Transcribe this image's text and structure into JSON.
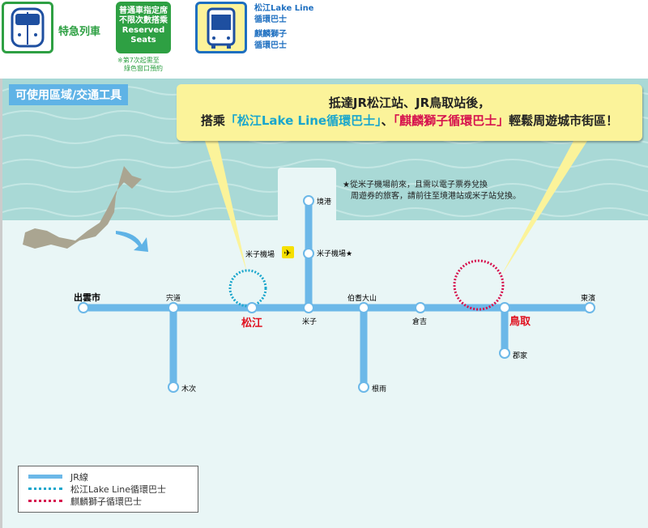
{
  "header": {
    "express": {
      "label": "特急列車",
      "icon": "train-icon"
    },
    "reserved": {
      "line1": "普通車指定席",
      "line2": "不限次數搭乘",
      "line3": "Reserved",
      "line4": "Seats",
      "note1": "※第7次起需至",
      "note2": "綠色窗口預約"
    },
    "bus": {
      "icon": "bus-icon",
      "line1a": "松江Lake Line",
      "line1b": "循環巴士",
      "line2a": "麒麟獅子",
      "line2b": "循環巴士"
    }
  },
  "map": {
    "section_title": "可使用區域/交通工具",
    "callout": {
      "line1": "抵達JR松江站、JR鳥取站後，",
      "pre": "搭乘",
      "bus1": "「松江Lake Line循環巴士」",
      "sep": "、",
      "bus2": "「麒麟獅子循環巴士」",
      "post": "輕鬆周遊城市街區！"
    },
    "note": {
      "line1": "★從米子機場前來，且需以電子票券兌換",
      "line2": "周遊券的旅客，請前往至境港站或米子站兌換。"
    },
    "airport_label": "米子機場",
    "stations": {
      "izumoshi": "出雲市",
      "shinji": "宍道",
      "matsue": "松江",
      "yonago": "米子",
      "hokidaisen": "伯耆大山",
      "kurayoshi": "倉吉",
      "tottori": "鳥取",
      "higashihama": "東濱",
      "sakaiminato": "境港",
      "yonago_airport": "米子機場★",
      "kisuki": "木次",
      "neu": "根雨",
      "koge": "郡家"
    },
    "legend": {
      "jr": "JR線",
      "lake_line": "松江Lake Line循環巴士",
      "kirin": "麒麟獅子循環巴士"
    }
  },
  "colors": {
    "green": "#2ea043",
    "jr_line": "#6cb8e8",
    "lake_line": "#1aa6cc",
    "kirin": "#d6124e",
    "callout": "#fbf39a",
    "sea": "#a9d9d6"
  }
}
